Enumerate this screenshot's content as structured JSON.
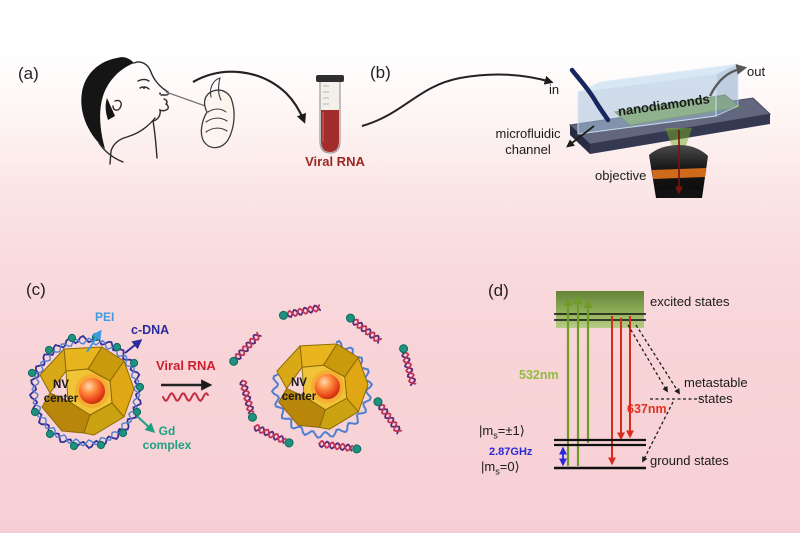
{
  "panels": {
    "a": {
      "label": "(a)",
      "sample_label": "Viral RNA"
    },
    "b": {
      "label": "(b)",
      "inlet": "in",
      "outlet": "out",
      "layer": "nanodiamonds",
      "channel_line1": "microfluidic",
      "channel_line2": "channel",
      "objective": "objective"
    },
    "c": {
      "label": "(c)",
      "coating": "PEI",
      "probe": "c-DNA",
      "nv_line1": "NV",
      "nv_line2": "center",
      "nv2_line1": "NV",
      "nv2_line2": "center",
      "gd_line1": "Gd",
      "gd_line2": "complex",
      "trigger": "Viral RNA"
    },
    "d": {
      "label": "(d)",
      "excited": "excited states",
      "metastable_line1": "metastable",
      "metastable_line2": "states",
      "ground": "ground states",
      "pump": "532nm",
      "emission": "637nm",
      "microwave": "2.87GHz",
      "ms_upper_pre": "|m",
      "ms_upper_sub": "s",
      "ms_upper_post": "=±1⟩",
      "ms_lower_pre": "|m",
      "ms_lower_sub": "s",
      "ms_lower_post": "=0⟩"
    }
  },
  "colors": {
    "background_bottom": "#f6cfd4",
    "viral_rna_red": "#9b2921",
    "viral_rna_c_red": "#cc2030",
    "pei_blue": "#3f9be0",
    "cdna_blue": "#2b2b9e",
    "gd_teal": "#1ea083",
    "pump_green_532": "#8fbe3e",
    "emission_red_637": "#e03222",
    "microwave_blue": "#2a28d8",
    "diamond_gold": "#e0a81c",
    "nanodiamond_layer_green": "#7da33c"
  }
}
